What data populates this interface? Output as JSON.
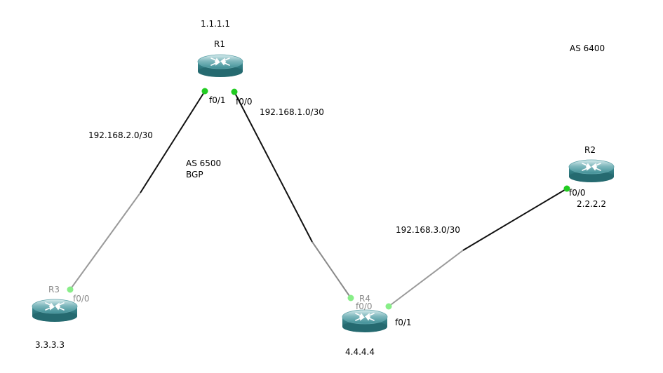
{
  "diagram": {
    "routers": [
      {
        "id": "R1",
        "name": "R1",
        "loopback": "1.1.1.1"
      },
      {
        "id": "R2",
        "name": "R2",
        "loopback": "2.2.2.2"
      },
      {
        "id": "R3",
        "name": "R3",
        "loopback": "3.3.3.3"
      },
      {
        "id": "R4",
        "name": "R4",
        "loopback": "4.4.4.4"
      }
    ],
    "links": [
      {
        "from": "R1",
        "from_if": "f0/0",
        "to": "R4",
        "to_if": "f0/0",
        "subnet": "192.168.1.0/30"
      },
      {
        "from": "R1",
        "from_if": "f0/1",
        "to": "R3",
        "to_if": "f0/0",
        "subnet": "192.168.2.0/30"
      },
      {
        "from": "R4",
        "from_if": "f0/1",
        "to": "R2",
        "to_if": "f0/0",
        "subnet": "192.168.3.0/30"
      }
    ],
    "as_labels": {
      "as6500": "AS 6500",
      "bgp": "BGP",
      "as6400": "AS 6400"
    },
    "colors": {
      "router_top": "#3f8f96",
      "router_body": "#2f7b82",
      "link_dark": "#111111",
      "link_light": "#9a9a9a",
      "port_up": "#22cc22",
      "port_light": "#88ee88"
    }
  }
}
